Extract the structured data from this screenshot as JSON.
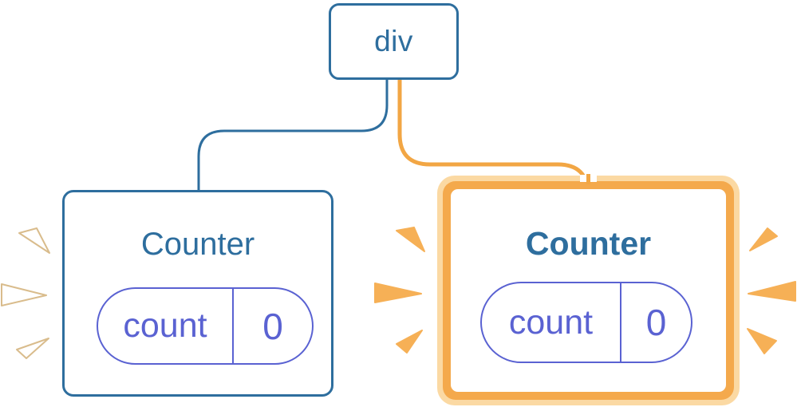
{
  "colors": {
    "blue": "#2E6E9E",
    "indigo": "#5A62D2",
    "orange": "#F2A644",
    "orangeFill": "#F4A94C",
    "orangeGlow": "#FBD9A3",
    "spark": "#F6B056",
    "sparkEdge": "#D9BC8C"
  },
  "tree": {
    "root": {
      "label": "div"
    },
    "children": [
      {
        "title": "Counter",
        "state": {
          "key": "count",
          "value": "0"
        },
        "highlighted": false,
        "accent": "blue"
      },
      {
        "title": "Counter",
        "state": {
          "key": "count",
          "value": "0"
        },
        "highlighted": true,
        "accent": "orange"
      }
    ]
  }
}
